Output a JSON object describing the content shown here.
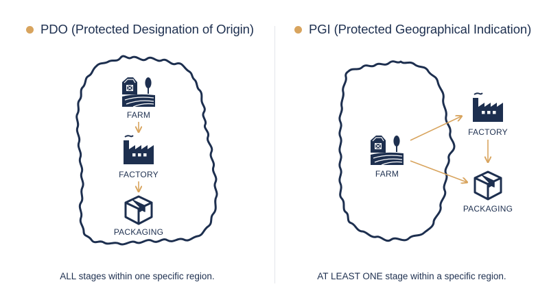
{
  "colors": {
    "navy": "#1d2f4f",
    "gold": "#d8a45e",
    "divider": "#e3e5ea"
  },
  "pdo": {
    "title": "PDO (Protected Designation of Origin)",
    "stages": {
      "farm": "FARM",
      "factory": "FACTORY",
      "packaging": "PACKAGING"
    },
    "caption": "ALL stages within one specific region."
  },
  "pgi": {
    "title": "PGI (Protected Geographical Indication)",
    "stages": {
      "farm": "FARM",
      "factory": "FACTORY",
      "packaging": "PACKAGING"
    },
    "caption": "AT LEAST ONE stage within a specific region."
  },
  "icons": {
    "farm": "farm-icon",
    "factory": "factory-icon",
    "packaging": "package-box-icon",
    "bullet": "bullet-dot-icon",
    "arrow": "arrow-icon"
  }
}
